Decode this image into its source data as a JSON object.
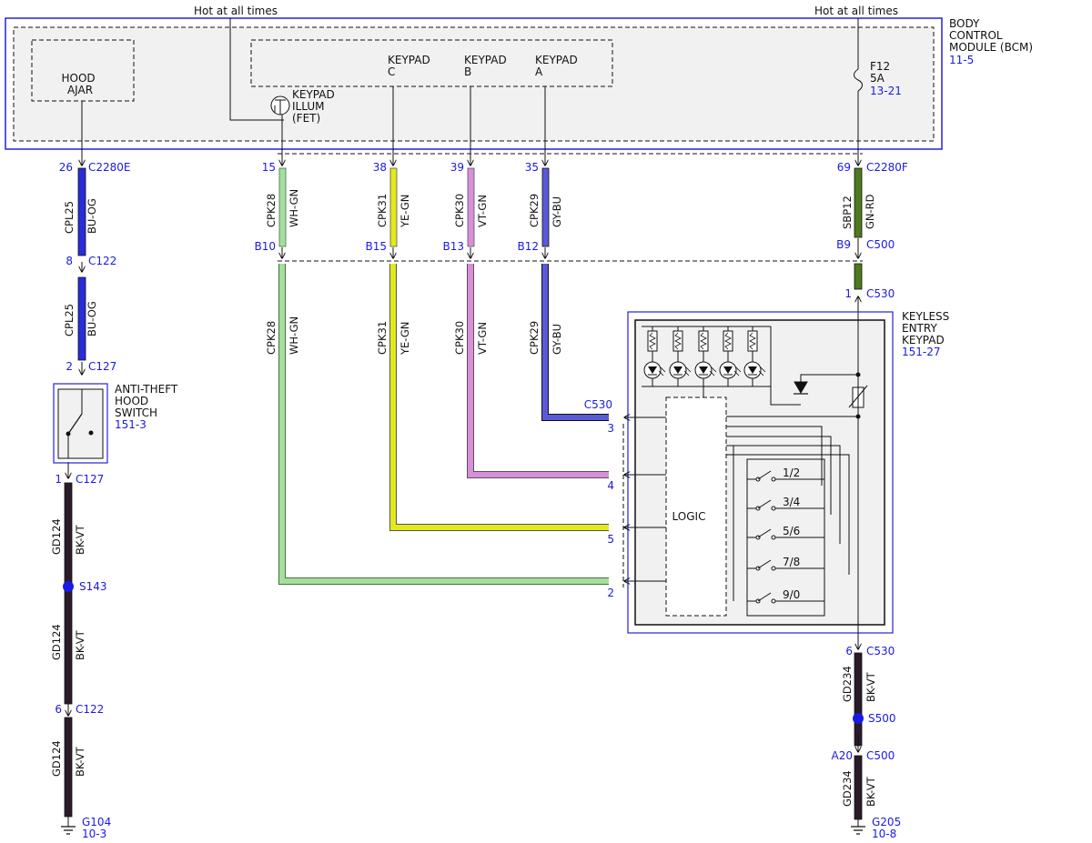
{
  "colors": {
    "module_border": "#2323d6",
    "link_text": "#1a1ae6",
    "splice": "#1a1ae6",
    "BU-OG": "#2b2bd9",
    "BK-VT": "#2a1a2a",
    "WH-GN": "#a9dca0",
    "YE-GN": "#e2ea1c",
    "VT-GN": "#d98ed9",
    "GY-BU": "#5a5ad6",
    "GN-RD": "#4e7a1e"
  },
  "header": {
    "hot_left": "Hot at all times",
    "hot_right": "Hot at all times"
  },
  "bcm": {
    "name_lines": [
      "BODY",
      "CONTROL",
      "MODULE (BCM)"
    ],
    "ref": "11-5",
    "hood_ajar_lines": [
      "HOOD",
      "AJAR"
    ],
    "illum_lines": [
      "KEYPAD",
      "ILLUM",
      "(FET)"
    ],
    "keypad_c_lines": [
      "KEYPAD",
      "C"
    ],
    "keypad_b_lines": [
      "KEYPAD",
      "B"
    ],
    "keypad_a_lines": [
      "KEYPAD",
      "A"
    ],
    "fuse_lines": [
      "F12",
      "5A"
    ],
    "fuse_ref": "13-21"
  },
  "connectors": {
    "c2280e_pin": "26",
    "c2280e": "C2280E",
    "c122_pin_top": "8",
    "c122": "C122",
    "c127_pin_top": "2",
    "c127": "C127",
    "c127_pin_bot": "1",
    "c122_pin_bot": "6",
    "c2280f_pin": "69",
    "c2280f": "C2280F",
    "c500_pin": "B9",
    "c500": "C500",
    "c530_pin_top": "1",
    "c530": "C530",
    "c530_pin_bot": "6",
    "c500_pin_bot": "A20",
    "bcm_pins": [
      "15",
      "38",
      "39",
      "35"
    ],
    "c500_pins": [
      "B10",
      "B15",
      "B13",
      "B12"
    ],
    "kp_pins": [
      "3",
      "4",
      "5",
      "2"
    ],
    "kp_conn": "C530"
  },
  "wires": {
    "cpl25": "CPL25",
    "bu_og": "BU-OG",
    "gd124": "GD124",
    "bk_vt": "BK-VT",
    "gd234": "GD234",
    "sbp12": "SBP12",
    "gn_rd": "GN-RD",
    "cpk28": "CPK28",
    "wh_gn": "WH-GN",
    "cpk31": "CPK31",
    "ye_gn": "YE-GN",
    "cpk30": "CPK30",
    "vt_gn": "VT-GN",
    "cpk29": "CPK29",
    "gy_bu": "GY-BU"
  },
  "splices": {
    "s143": "S143",
    "s500": "S500"
  },
  "grounds": {
    "g104": "G104",
    "g104_ref": "10-3",
    "g205": "G205",
    "g205_ref": "10-8"
  },
  "switch": {
    "name_lines": [
      "ANTI-THEFT",
      "HOOD",
      "SWITCH"
    ],
    "ref": "151-3"
  },
  "keypad": {
    "name_lines": [
      "KEYLESS",
      "ENTRY",
      "KEYPAD"
    ],
    "ref": "151-27",
    "logic": "LOGIC",
    "buttons": [
      "1/2",
      "3/4",
      "5/6",
      "7/8",
      "9/0"
    ]
  }
}
